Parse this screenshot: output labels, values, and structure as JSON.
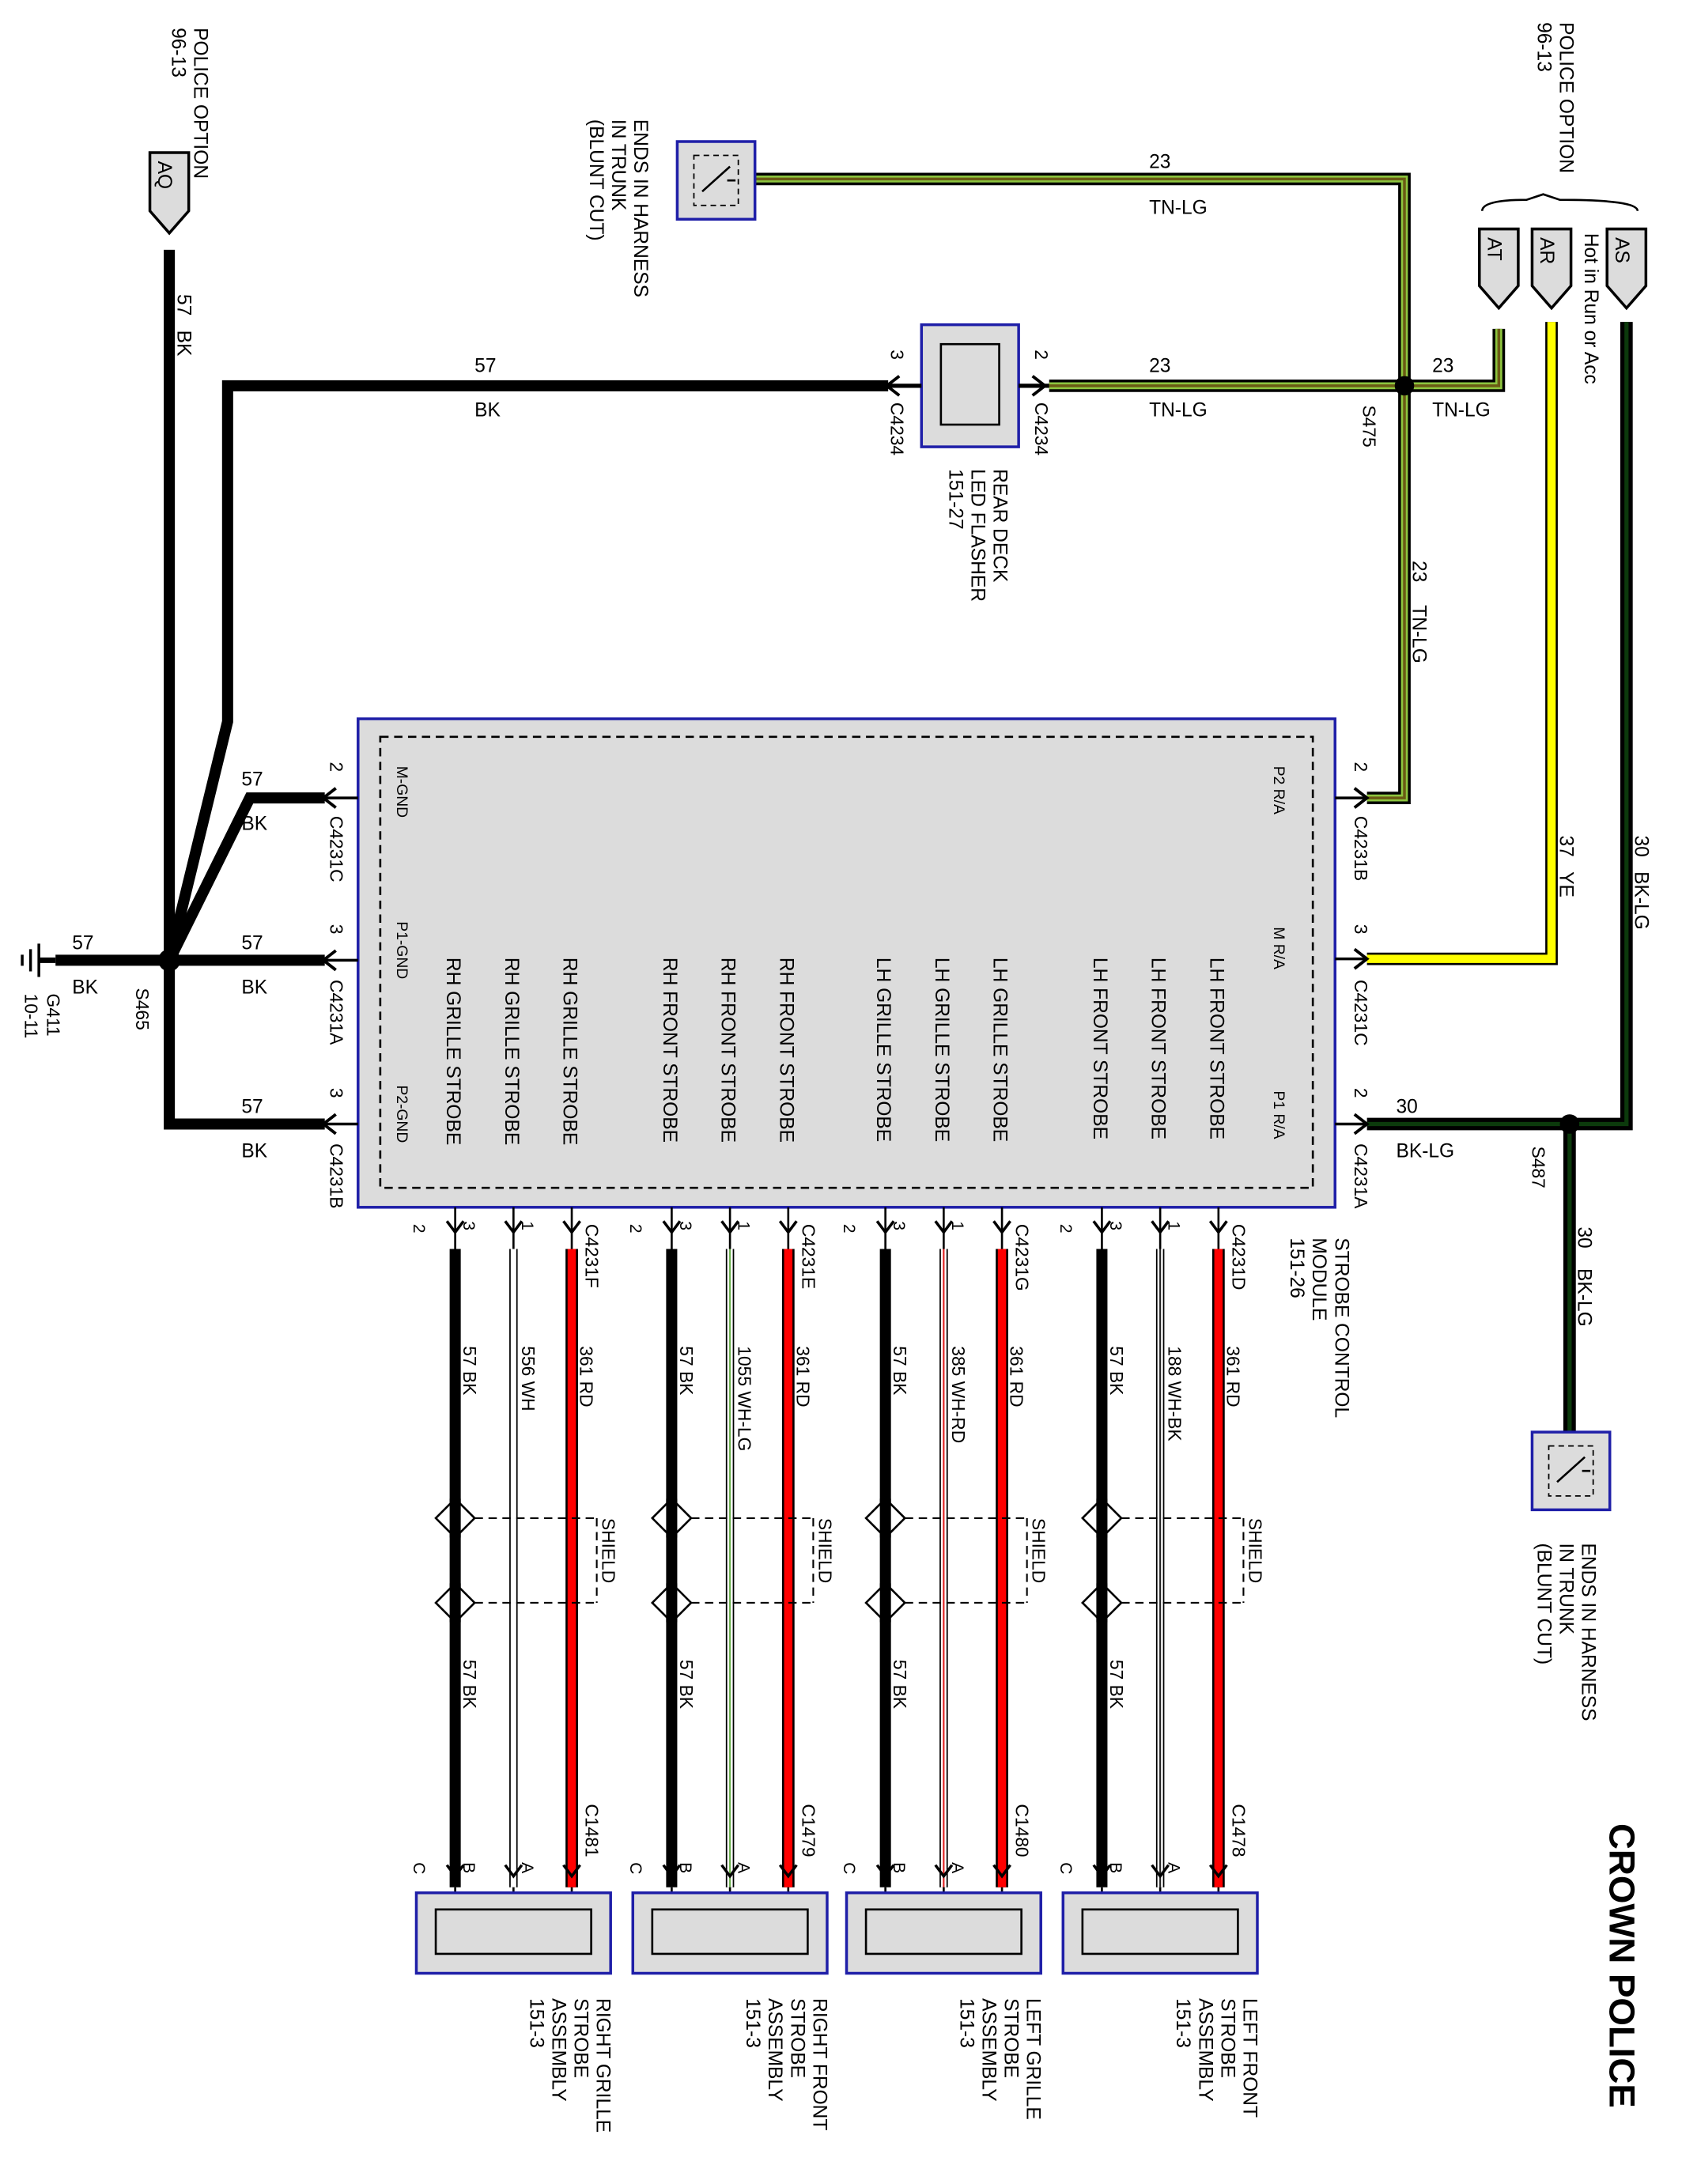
{
  "title": "CROWN POLICE",
  "police_option_left": {
    "line1": "POLICE OPTION",
    "line2": "96-13",
    "pin": "AQ",
    "circuit": "57",
    "color": "BK"
  },
  "police_option_right": {
    "line1": "POLICE OPTION",
    "line2": "96-13",
    "pin_at": "AT",
    "pin_ar": "AR",
    "pin_as": "AS",
    "note": "Hot in Run or Acc"
  },
  "ends_top": {
    "line1": "ENDS IN HARNESS",
    "line2": "IN TRUNK",
    "line3": "(BLUNT CUT)"
  },
  "ends_bottom": {
    "line1": "ENDS IN HARNESS",
    "line2": "IN TRUNK",
    "line3": "(BLUNT CUT)"
  },
  "flasher": {
    "name1": "REAR DECK",
    "name2": "LED FLASHER",
    "ref": "151-27",
    "connector": "C4234",
    "pin_left": "3",
    "pin_right": "2"
  },
  "splices": {
    "s475": "S475",
    "s465": "S465",
    "s487": "S487"
  },
  "ground": {
    "name": "G411",
    "ref": "10-11"
  },
  "wires": {
    "tnlg_circuit": "23",
    "tnlg_color": "TN-LG",
    "bk_circuit": "57",
    "bk_color": "BK",
    "ye_circuit": "37",
    "ye_color": "YE",
    "bklg_circuit": "30",
    "bklg_color": "BK-LG"
  },
  "module": {
    "name1": "STROBE CONTROL",
    "name2": "MODULE",
    "ref": "151-26",
    "pin_m_gnd": "M-GND",
    "pin_p1_gnd": "P1-GND",
    "pin_p2_gnd": "P2-GND",
    "pin_p2_ra": "P2 R/A",
    "pin_m_ra": "M R/A",
    "pin_p1_ra": "P1 R/A",
    "conn_left_top": "C4231C",
    "conn_left_mid": "C4231A",
    "conn_left_bot": "C4231B",
    "conn_right_top": "C4231B",
    "conn_right_mid": "C4231C",
    "conn_right_bot": "C4231A",
    "pin_2": "2",
    "pin_3": "3"
  },
  "output_groups": [
    {
      "label": "RH GRILLE STROBE",
      "conn": "C4231F",
      "sig_circuit": "361",
      "sig_color": "RD",
      "mid_circuit": "556",
      "mid_color": "WH",
      "mid_color_hex": "#ffffff",
      "gnd_circuit": "57",
      "gnd_color": "BK",
      "dest_conn": "C1481",
      "dest1": "RIGHT GRILLE",
      "dest2": "STROBE",
      "dest3": "ASSEMBLY",
      "dest4": "151-3"
    },
    {
      "label": "RH FRONT STROBE",
      "conn": "C4231E",
      "sig_circuit": "361",
      "sig_color": "RD",
      "mid_circuit": "1055",
      "mid_color": "WH-LG",
      "mid_color_hex": "#6ab04c",
      "gnd_circuit": "57",
      "gnd_color": "BK",
      "dest_conn": "C1479",
      "dest1": "RIGHT FRONT",
      "dest2": "STROBE",
      "dest3": "ASSEMBLY",
      "dest4": "151-3"
    },
    {
      "label": "LH GRILLE STROBE",
      "conn": "C4231G",
      "sig_circuit": "361",
      "sig_color": "RD",
      "mid_circuit": "385",
      "mid_color": "WH-RD",
      "mid_color_hex": "#e02020",
      "gnd_circuit": "57",
      "gnd_color": "BK",
      "dest_conn": "C1480",
      "dest1": "LEFT GRILLE",
      "dest2": "STROBE",
      "dest3": "ASSEMBLY",
      "dest4": "151-3"
    },
    {
      "label": "LH FRONT STROBE",
      "conn": "C4231D",
      "sig_circuit": "361",
      "sig_color": "RD",
      "mid_circuit": "188",
      "mid_color": "WH-BK",
      "mid_color_hex": "#222222",
      "gnd_circuit": "57",
      "gnd_color": "BK",
      "dest_conn": "C1478",
      "dest1": "LEFT FRONT",
      "dest2": "STROBE",
      "dest3": "ASSEMBLY",
      "dest4": "151-3"
    }
  ],
  "shield": "SHIELD",
  "pins": {
    "p1": "1",
    "p2": "2",
    "p3": "3",
    "a": "A",
    "b": "B",
    "c": "C"
  },
  "colors": {
    "tnlg": "#6b5a14",
    "lg": "#8dc63f",
    "ye": "#ffff00",
    "rd": "#ff0000",
    "bk": "#000000",
    "box_blue": "#1f1fa8",
    "box_fill": "#dcdcdc"
  }
}
